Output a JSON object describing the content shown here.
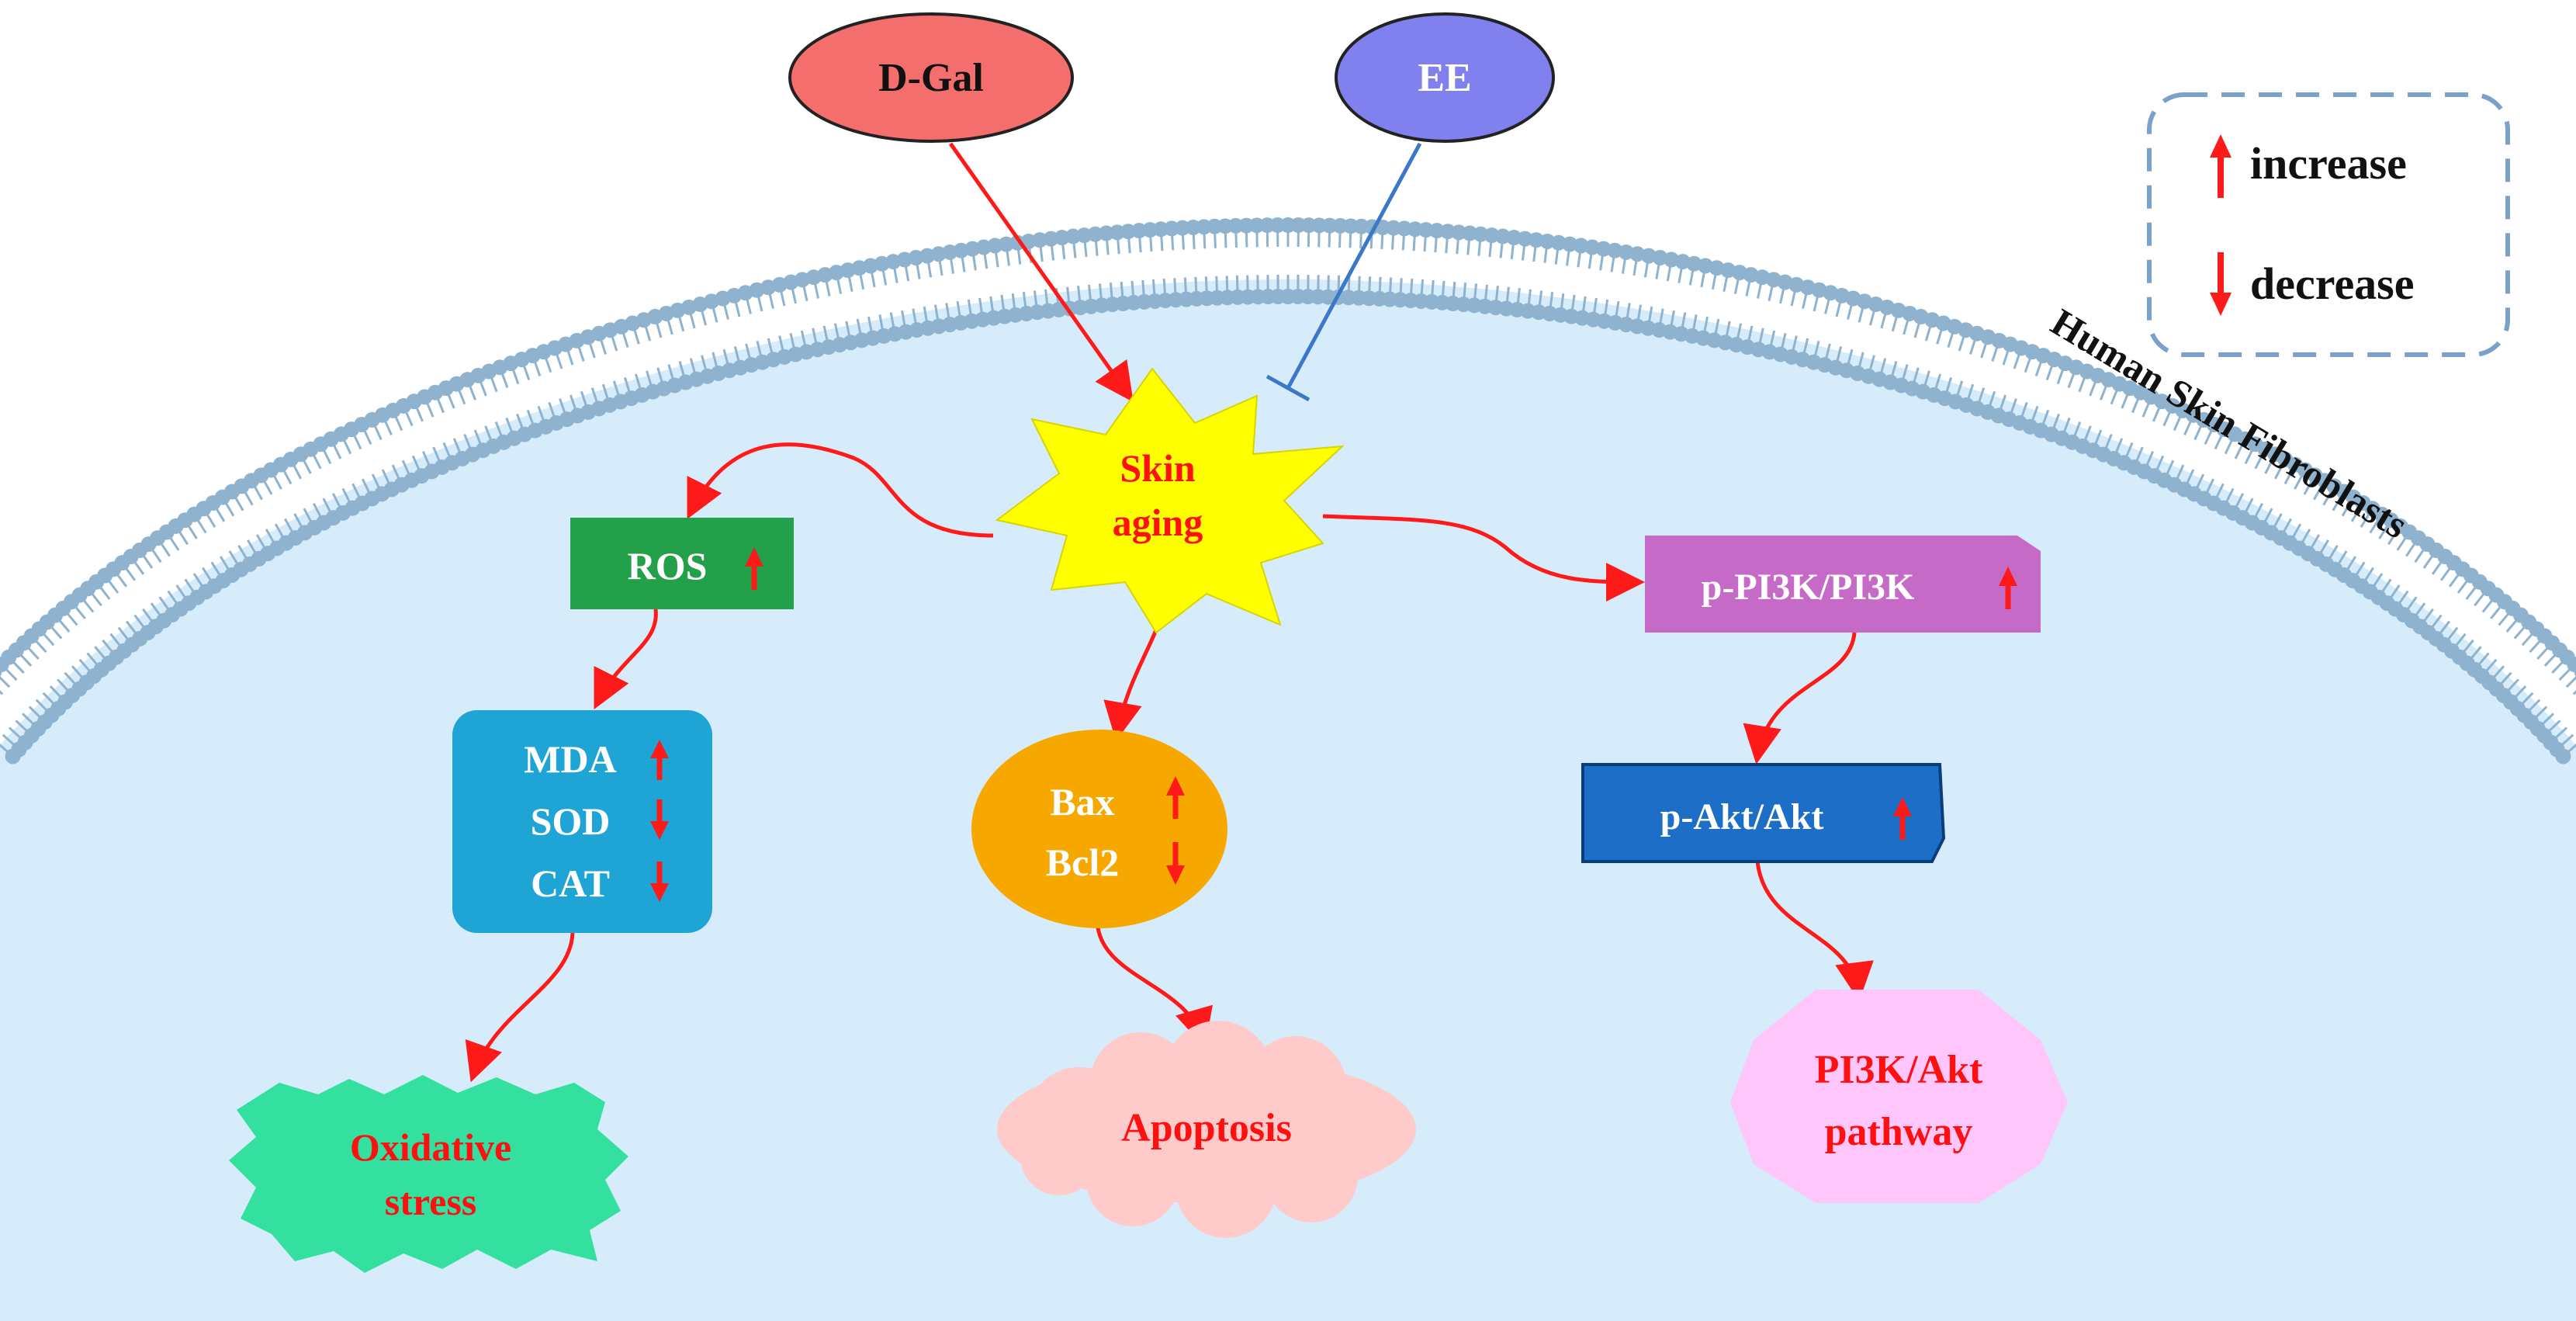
{
  "colors": {
    "arrow": "#ff1a1a",
    "inhibit": "#3b78c8",
    "cytoplasm": "#d6ecfa",
    "membrane": "#8fb3cf"
  },
  "nodes": {
    "dgal": "D-Gal",
    "ee": "EE",
    "skin_aging": [
      "Skin",
      "aging"
    ],
    "ros": "ROS",
    "mda": "MDA",
    "sod": "SOD",
    "cat": "CAT",
    "oxidative_stress": [
      "Oxidative",
      "stress"
    ],
    "bax": "Bax",
    "bcl2": "Bcl2",
    "apoptosis": "Apoptosis",
    "pi3k": "p-PI3K/PI3K",
    "akt": "p-Akt/Akt",
    "pathway": [
      "PI3K/Akt",
      "pathway"
    ]
  },
  "cell_label": "Human Skin Fibroblasts",
  "legend": {
    "increase": "increase",
    "decrease": "decrease"
  }
}
